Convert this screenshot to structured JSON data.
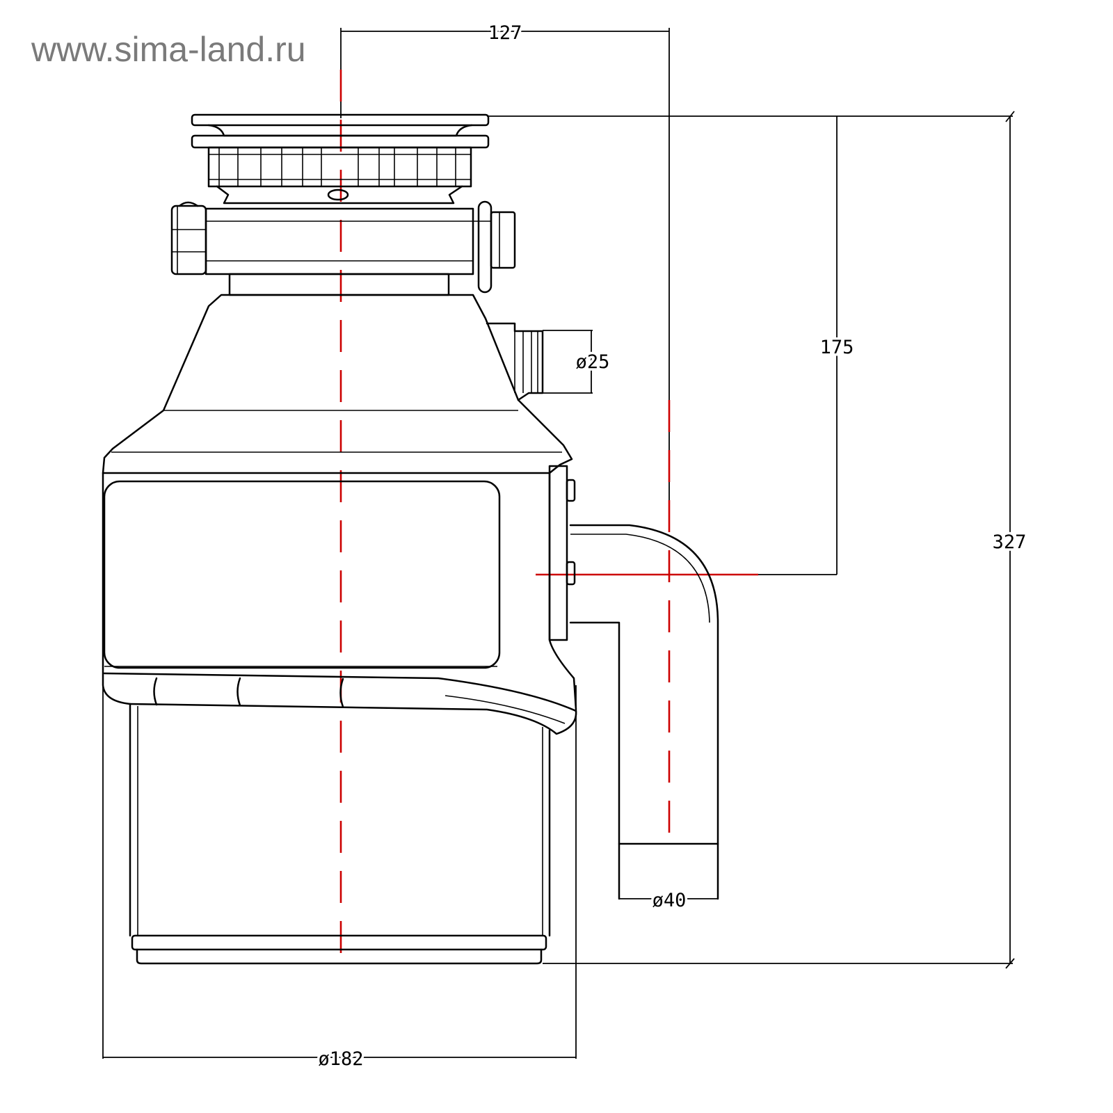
{
  "watermark": "www.sima-land.ru",
  "dimensions": {
    "top_offset": "127",
    "outlet_height": "175",
    "inlet_diameter": "ø25",
    "total_height": "327",
    "outlet_diameter": "ø40",
    "body_diameter": "ø182"
  },
  "colors": {
    "line": "#000000",
    "centerline": "#cc0000",
    "watermark": "#7a7a7a"
  }
}
